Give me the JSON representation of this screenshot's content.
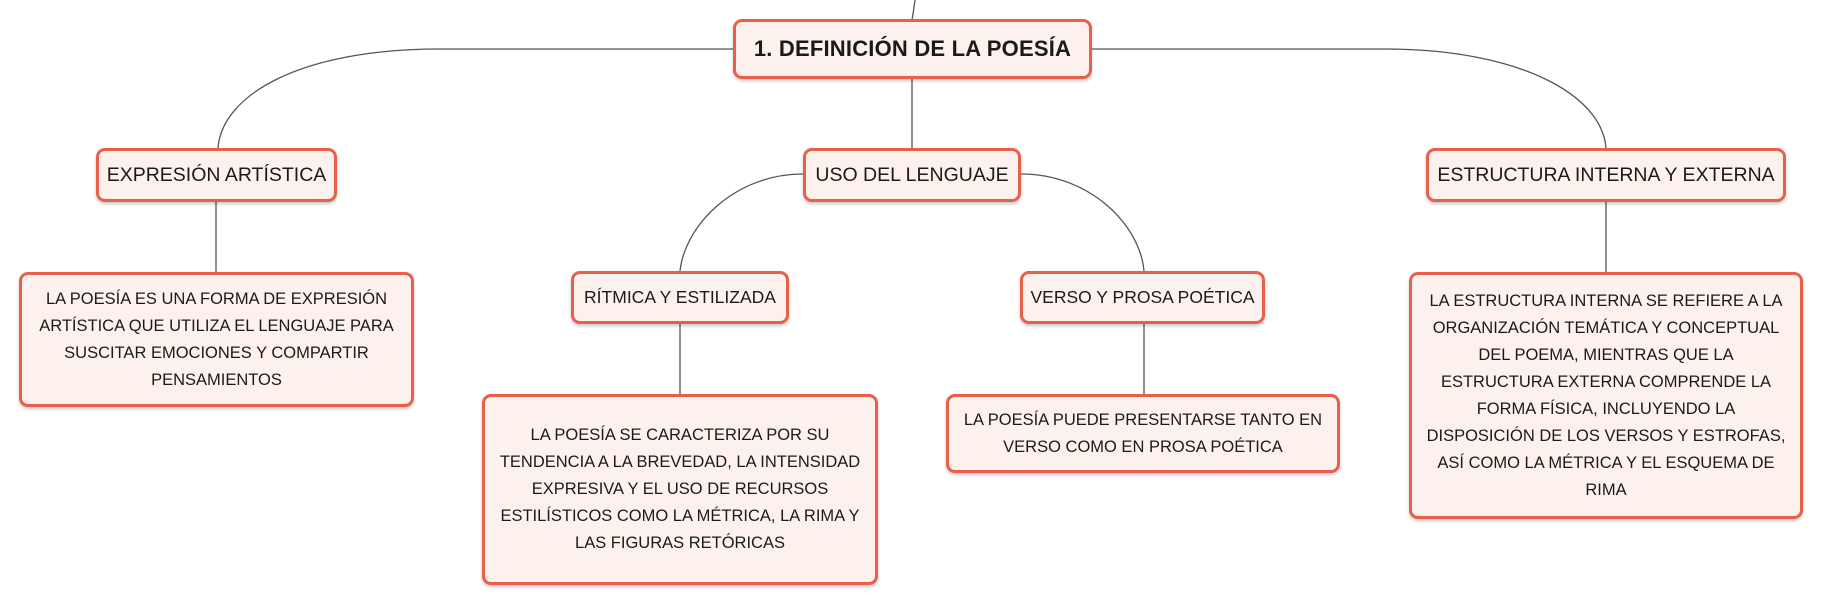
{
  "colors": {
    "node_border": "#e8604a",
    "node_fill": "#fdf1ee",
    "connector": "#555555",
    "text": "#1a1a1a"
  },
  "diagram": {
    "root": {
      "label": "1. DEFINICIÓN DE LA POESÍA"
    },
    "branches": [
      {
        "label": "EXPRESIÓN ARTÍSTICA",
        "detail": "LA POESÍA ES UNA FORMA DE EXPRESIÓN ARTÍSTICA QUE UTILIZA EL LENGUAJE PARA SUSCITAR EMOCIONES Y COMPARTIR PENSAMIENTOS"
      },
      {
        "label": "USO DEL LENGUAJE",
        "children": [
          {
            "label": "RÍTMICA Y ESTILIZADA",
            "detail": "LA POESÍA SE CARACTERIZA POR SU TENDENCIA A LA BREVEDAD, LA INTENSIDAD EXPRESIVA Y EL USO DE RECURSOS ESTILÍSTICOS COMO LA MÉTRICA, LA RIMA Y LAS FIGURAS RETÓRICAS"
          },
          {
            "label": "VERSO Y PROSA POÉTICA",
            "detail": "LA POESÍA PUEDE PRESENTARSE TANTO EN VERSO COMO EN PROSA POÉTICA"
          }
        ]
      },
      {
        "label": "ESTRUCTURA INTERNA Y EXTERNA",
        "detail": "LA ESTRUCTURA INTERNA SE REFIERE A LA ORGANIZACIÓN TEMÁTICA Y CONCEPTUAL DEL POEMA, MIENTRAS QUE LA ESTRUCTURA EXTERNA COMPRENDE LA FORMA FÍSICA, INCLUYENDO LA DISPOSICIÓN DE LOS VERSOS Y ESTROFAS, ASÍ COMO LA MÉTRICA Y EL ESQUEMA DE RIMA"
      }
    ]
  }
}
